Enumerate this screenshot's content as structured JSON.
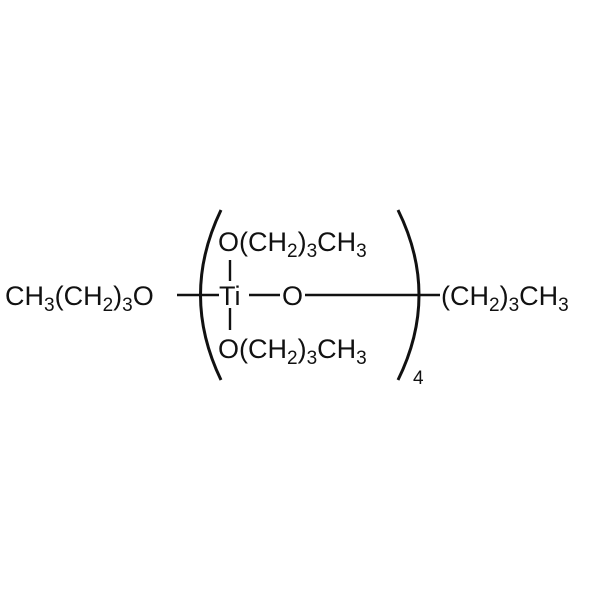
{
  "structure": {
    "left_group": {
      "p1": "CH",
      "s1": "3",
      "p2": "(CH",
      "s2": "2",
      "p3": ")",
      "s3": "3",
      "p4": "O"
    },
    "center_atom": "Ti",
    "bridge_oxygen": "O",
    "top_group": {
      "p1": "O(CH",
      "s1": "2",
      "p2": ")",
      "s2": "3",
      "p3": "CH",
      "s3": "3"
    },
    "bottom_group": {
      "p1": "O(CH",
      "s1": "2",
      "p2": ")",
      "s2": "3",
      "p3": "CH",
      "s3": "3"
    },
    "right_group": {
      "p1": "(CH",
      "s1": "2",
      "p2": ")",
      "s2": "3",
      "p3": "CH",
      "s3": "3"
    },
    "repeat_count": "4"
  }
}
